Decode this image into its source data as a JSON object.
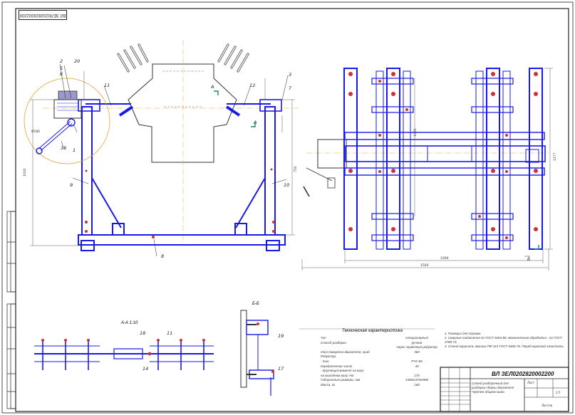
{
  "drawing": {
    "stamp": "ВЛ ЗЕЛ0202820002200",
    "doc_number": "ВЛ ЗЕЛ0202820002200",
    "title_block_caption": [
      "Стенд разборочный для",
      "разборки сборки двигателя",
      "Чертеж общего вида"
    ],
    "sheet_label": "Лист",
    "sheets_label": "Листов",
    "scale": "1:5",
    "colors": {
      "line": "#1a1ae6",
      "ink": "#222222",
      "accent": "#e6a23c",
      "dim": "#333333"
    }
  },
  "sections": {
    "a_a": "А-А 1:10",
    "b_b": "Б-Б",
    "a_marker": "А",
    "b_marker": "Б"
  },
  "callouts": {
    "c1": "1",
    "c2": "2",
    "c3": "3",
    "c5": "5",
    "c6": "6",
    "c7": "7",
    "c8": "8",
    "c9": "9",
    "c10": "10",
    "c11": "11",
    "c12": "12",
    "c14": "14",
    "c16": "16",
    "c17": "17",
    "c18": "18",
    "c19": "19",
    "c20": "20"
  },
  "dimensions": {
    "d1": "750",
    "d2": "1000",
    "d3": "1500",
    "d4": "1500",
    "d5": "1000",
    "d6": "1177",
    "d7": "Ø180",
    "d8": "1000"
  },
  "tech": {
    "header": "Техническая характеристика",
    "rows": [
      {
        "label": "Тип",
        "value": "стационарный"
      },
      {
        "label": "Способ разборки",
        "value": "ручной"
      },
      {
        "label": "",
        "value": "через червячный редуктор"
      },
      {
        "label": "Угол поворота двигателя, град",
        "value": "360"
      },
      {
        "label": "Редуктор:",
        "value": ""
      },
      {
        "label": "- тип",
        "value": "РЧУ-80"
      },
      {
        "label": "передаточное число",
        "value": "40"
      },
      {
        "label": "- Крутящий момент на валу",
        "value": ""
      },
      {
        "label": "на выходном валу, Нм",
        "value": "170"
      },
      {
        "label": "Габаритные размеры, мм",
        "value": "1500x1070x990"
      },
      {
        "label": "Масса, кг",
        "value": "160"
      }
    ]
  },
  "notes": [
    "1. Размеры для справок.",
    "2. Сварные соединения по ГОСТ 5264-80, механическая обработка - по ГОСТ 2789-73.",
    "3. Стенд окрасить эмалью ПФ-115 ГОСТ 6465-76. Перед окраской зачистить."
  ]
}
